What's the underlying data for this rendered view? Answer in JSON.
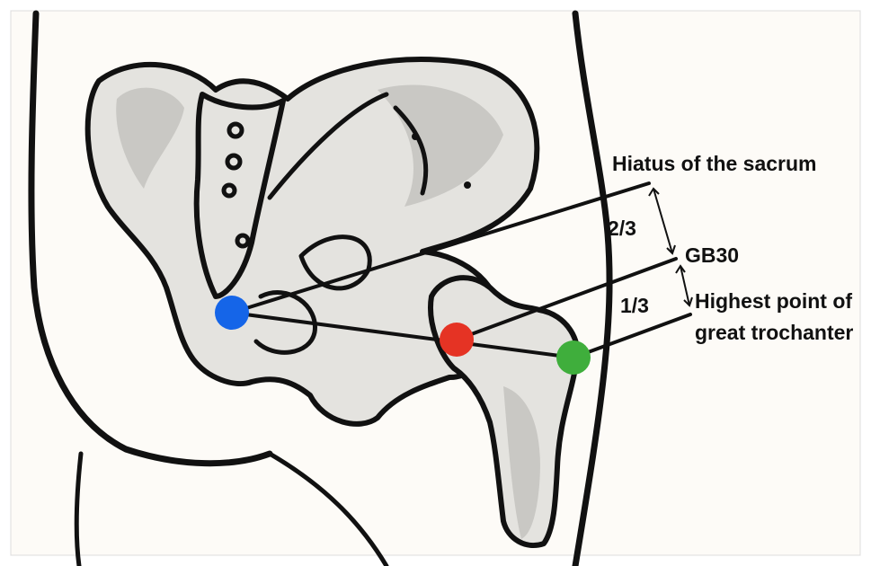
{
  "labels": {
    "sacrum_hiatus": "Hiatus of the sacrum",
    "ratio_upper": "2/3",
    "acupoint": "GB30",
    "ratio_lower": "1/3",
    "trochanter_line1": "Highest point of",
    "trochanter_line2": "great trochanter"
  },
  "colors": {
    "sacrum_point": "#1565e8",
    "gb30_point": "#e53324",
    "trochanter_point": "#3fae3c",
    "bone_fill": "#e4e3df",
    "background": "#fdfbf7"
  }
}
